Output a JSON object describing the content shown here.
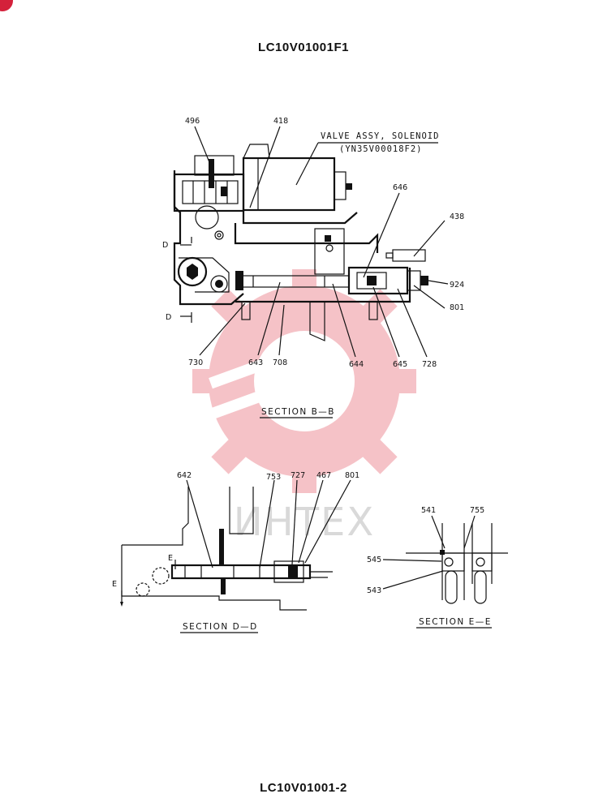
{
  "header": {
    "code": "LC10V01001F1"
  },
  "footer": {
    "code": "LC10V01001-2"
  },
  "watermark": {
    "text": "ИНТЕХ",
    "color": "#f2aeb5"
  },
  "section_bb": {
    "title": "SECTION  B—B",
    "note_line1": "VALVE ASSY, SOLENOID",
    "note_line2": "(YN35V00018F2)",
    "d_label_top": "D",
    "d_label_bottom": "D",
    "callouts": [
      "496",
      "418",
      "646",
      "438",
      "924",
      "801",
      "730",
      "643",
      "708",
      "644",
      "645",
      "728"
    ]
  },
  "section_dd": {
    "title": "SECTION  D—D",
    "e_label_inner": "E",
    "e_label_outer": "E",
    "callouts": [
      "642",
      "753",
      "727",
      "467",
      "801"
    ]
  },
  "section_ee": {
    "title": "SECTION  E—E",
    "callouts": [
      "541",
      "755",
      "545",
      "543"
    ]
  }
}
